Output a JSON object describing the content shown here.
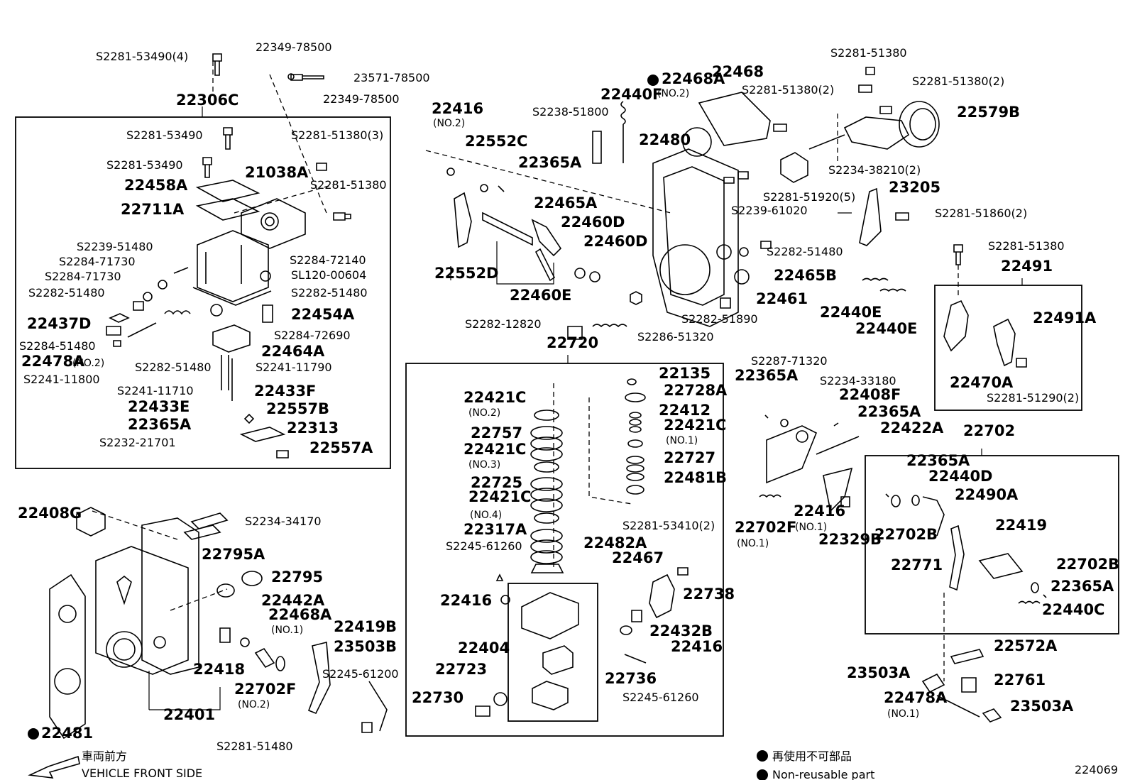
{
  "diagram_code": "224069",
  "legend": {
    "jp": "再使用不可部品",
    "en": "Non-reusable part",
    "front_jp": "車両前方",
    "front_en": "VEHICLE FRONT SIDE"
  },
  "labels": {
    "l1": "S2281-53490(4)",
    "l2": "22349-78500",
    "l3": "23571-78500",
    "l4": "22349-78500",
    "l5": "22306C",
    "l6": "S2281-53490",
    "l7": "S2281-51380(3)",
    "l8": "S2281-53490",
    "l9": "21038A",
    "l10": "22458A",
    "l11": "S2281-51380",
    "l12": "22711A",
    "l13": "S2239-51480",
    "l14": "S2284-71730",
    "l15": "S2284-72140",
    "l16": "S2284-71730",
    "l17": "SL120-00604",
    "l18": "S2282-51480",
    "l19": "S2282-51480",
    "l20": "22437D",
    "l21": "22454A",
    "l22": "S2284-72690",
    "l23": "S2284-51480",
    "l24": "22464A",
    "l25": "22478A",
    "l25n": "(NO.2)",
    "l26": "S2282-51480",
    "l27": "S2241-11790",
    "l28": "S2241-11800",
    "l29": "S2241-11710",
    "l30": "22433F",
    "l31": "22433E",
    "l32": "22557B",
    "l33": "22365A",
    "l34": "22313",
    "l35": "S2232-21701",
    "l36": "22557A",
    "m1": "22416",
    "m1n": "(NO.2)",
    "m2": "22552C",
    "m3": "22365A",
    "m4": "S2238-51800",
    "m5": "22440F",
    "m6": "22468A",
    "m6n": "(NO.2)",
    "m7": "22468",
    "m8": "22480",
    "m9": "22465A",
    "m10": "22460D",
    "m11": "22460D",
    "m12": "22552D",
    "m13": "22460E",
    "r1": "S2281-51380",
    "r2": "S2281-51380(2)",
    "r3": "S2281-51380(2)",
    "r4": "22579B",
    "r5": "S2234-38210(2)",
    "r6": "S2281-51920(5)",
    "r7": "S2239-61020",
    "r8": "23205",
    "r9": "S2281-51860(2)",
    "r10": "S2282-51480",
    "r11": "S2281-51380",
    "r12": "22465B",
    "r13": "22461",
    "r14": "22491",
    "r15": "22440E",
    "r16": "22440E",
    "r17": "22491A",
    "r18": "22470A",
    "r19": "S2281-51290(2)",
    "c1": "S2282-12820",
    "c2": "S2286-51320",
    "c3": "S2282-51890",
    "c4": "22720",
    "c5": "22135",
    "c6": "22421C",
    "c6n": "(NO.2)",
    "c7": "22728A",
    "c8": "22412",
    "c9": "22757",
    "c10": "22421C",
    "c10n": "(NO.1)",
    "c11": "22421C",
    "c11n": "(NO.3)",
    "c12": "22727",
    "c13": "22725",
    "c14": "22481B",
    "c15": "22421C",
    "c15n": "(NO.4)",
    "c16": "22317A",
    "c17": "S2281-53410(2)",
    "c18": "22482A",
    "c19": "S2245-61260",
    "c20": "22467",
    "c21": "22738",
    "c22": "22416",
    "c23": "22432B",
    "c24": "22404",
    "c25": "22416",
    "c26": "22723",
    "c27": "22736",
    "c28": "22730",
    "c29": "S2245-61260",
    "g1": "S2287-71320",
    "g2": "22365A",
    "g3": "S2234-33180",
    "g4": "22408F",
    "g5": "22365A",
    "g6": "22422A",
    "g7": "22702",
    "g8": "22365A",
    "g9": "22440D",
    "g10": "22490A",
    "g11": "22702F",
    "g11n": "(NO.1)",
    "g12": "22416",
    "g12n": "(NO.1)",
    "g13": "22329B",
    "g14": "22702B",
    "g15": "22419",
    "g16": "22771",
    "g17": "22702B",
    "g18": "22365A",
    "g19": "22440C",
    "g20": "22572A",
    "g21": "23503A",
    "g22": "22761",
    "g23": "22478A",
    "g23n": "(NO.1)",
    "g24": "23503A",
    "b1": "22408G",
    "b2": "S2234-34170",
    "b3": "22795A",
    "b4": "22795",
    "b5": "22442A",
    "b6": "22468A",
    "b6n": "(NO.1)",
    "b7": "22419B",
    "b8": "22418",
    "b9": "23503B",
    "b10": "22702F",
    "b10n": "(NO.2)",
    "b11": "S2245-61200",
    "b12": "22401",
    "b13": "22481",
    "b14": "S2281-51480"
  }
}
